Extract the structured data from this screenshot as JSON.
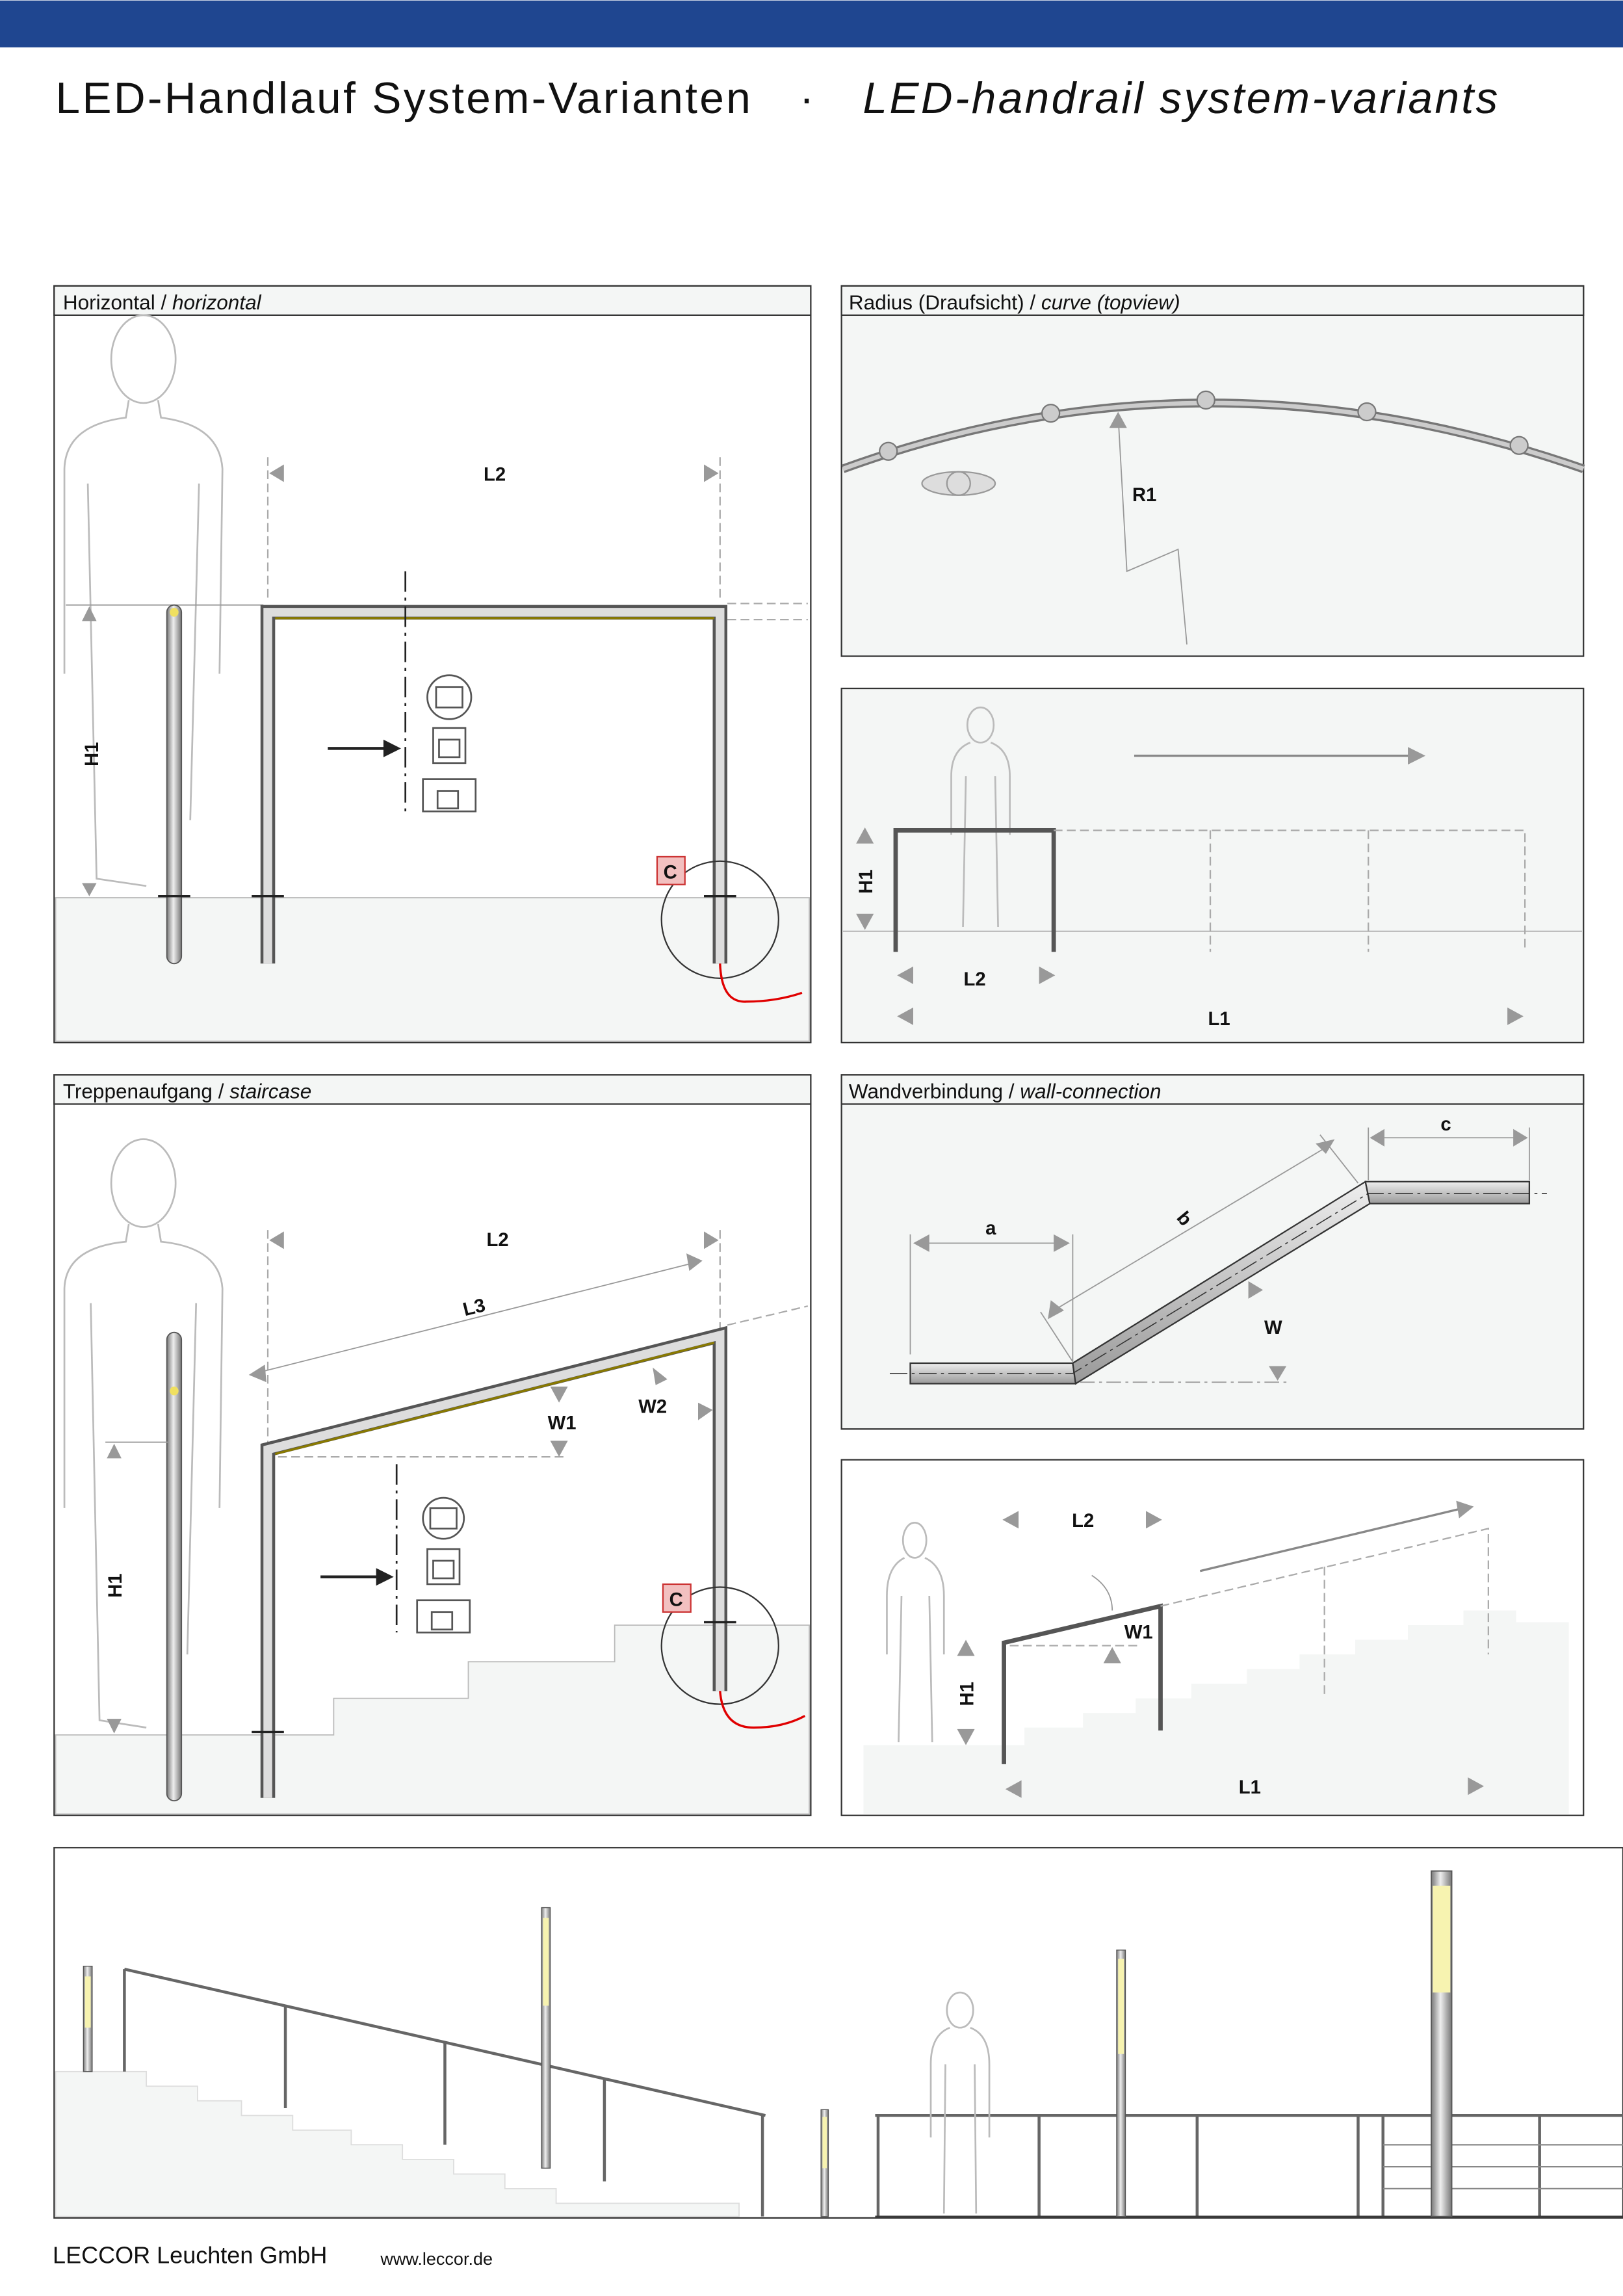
{
  "header": {
    "bar_color": "#1f4690"
  },
  "title": {
    "german": "LED-Handlauf  System-Varianten",
    "separator": "·",
    "english": "LED-handrail  system-variants"
  },
  "panels": {
    "horizontal": {
      "title_de": "Horizontal / ",
      "title_en": "horizontal",
      "labels": {
        "l2": "L2",
        "h1": "H1",
        "c": "C"
      }
    },
    "radius": {
      "title_de": "Radius (Draufsicht) / ",
      "title_en": "curve (topview)",
      "labels": {
        "r1": "R1"
      }
    },
    "extension": {
      "labels": {
        "h1": "H1",
        "l2": "L2",
        "l1": "L1"
      }
    },
    "staircase": {
      "title_de": "Treppenaufgang / ",
      "title_en": "staircase",
      "labels": {
        "l2": "L2",
        "l3": "L3",
        "w1": "W1",
        "w2": "W2",
        "h1": "H1",
        "c": "C"
      }
    },
    "wall": {
      "title_de": "Wandverbindung / ",
      "title_en": "wall-connection",
      "labels": {
        "a": "a",
        "b": "b",
        "c": "c",
        "w": "W"
      }
    },
    "stair_extension": {
      "labels": {
        "l2": "L2",
        "w1": "W1",
        "h1": "H1",
        "l1": "L1"
      }
    }
  },
  "footer": {
    "company": "LECCOR Leuchten GmbH",
    "url": "www.leccor.de"
  },
  "colors": {
    "led": "#f7f3b0",
    "cable": "#e00000",
    "c_badge": "#f2c0c0"
  }
}
